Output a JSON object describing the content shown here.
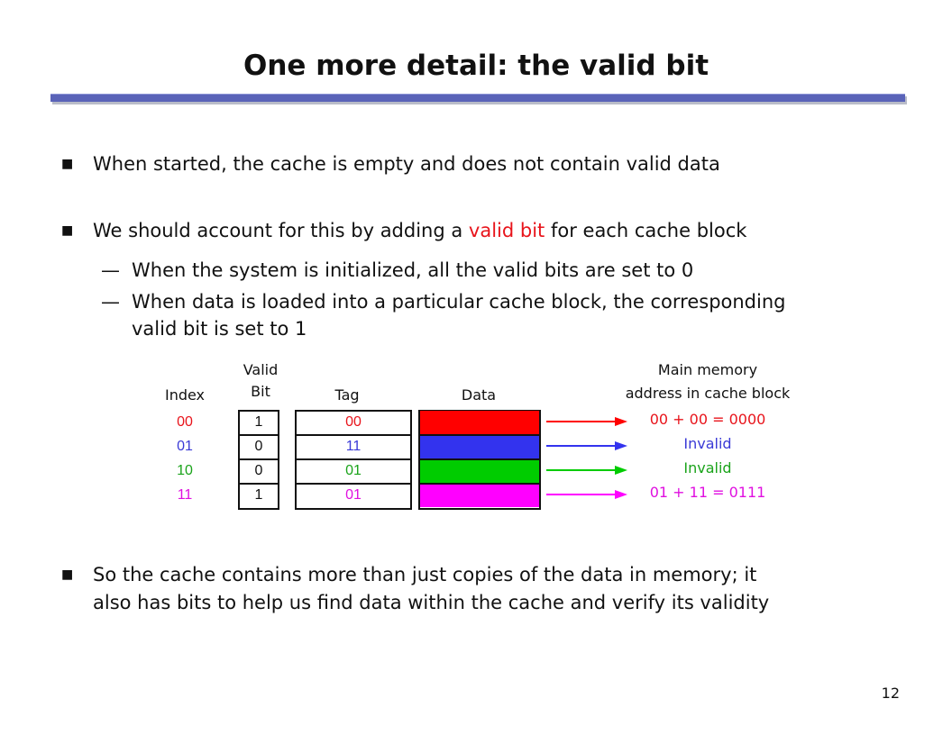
{
  "title": "One more detail: the valid bit",
  "bullets": [
    "When started, the cache is empty and does not contain valid data",
    {
      "before": "We should account for this by adding a ",
      "highlight": "valid bit",
      "after": " for each cache block"
    }
  ],
  "sub_bullets": [
    "When the system is initialized, all the valid bits are set to 0",
    "When data is loaded into a particular cache block, the corresponding",
    "valid bit is set to 1"
  ],
  "bullet_last": [
    "So the cache contains more than just copies of the data in memory; it",
    "also has bits to help us find data within the cache and verify its validity"
  ],
  "table": {
    "headers": {
      "index": "Index",
      "valid_line1": "Valid",
      "valid_line2": "Bit",
      "tag": "Tag",
      "data": "Data",
      "mem_line1": "Main memory",
      "mem_line2": "address in cache block"
    },
    "rows": [
      {
        "index": "00",
        "valid": "1",
        "tag": "00",
        "color": "#ff0000",
        "text_color": "#e8141b",
        "mem": "00 + 00 = 0000"
      },
      {
        "index": "01",
        "valid": "0",
        "tag": "11",
        "color": "#3333ee",
        "text_color": "#3a3ad6",
        "mem": "Invalid"
      },
      {
        "index": "10",
        "valid": "0",
        "tag": "01",
        "color": "#00cc00",
        "text_color": "#1aa31a",
        "mem": "Invalid"
      },
      {
        "index": "11",
        "valid": "1",
        "tag": "01",
        "color": "#ff00ff",
        "text_color": "#e010e0",
        "mem": "01 + 11 = 0111"
      }
    ]
  },
  "page_number": "12"
}
